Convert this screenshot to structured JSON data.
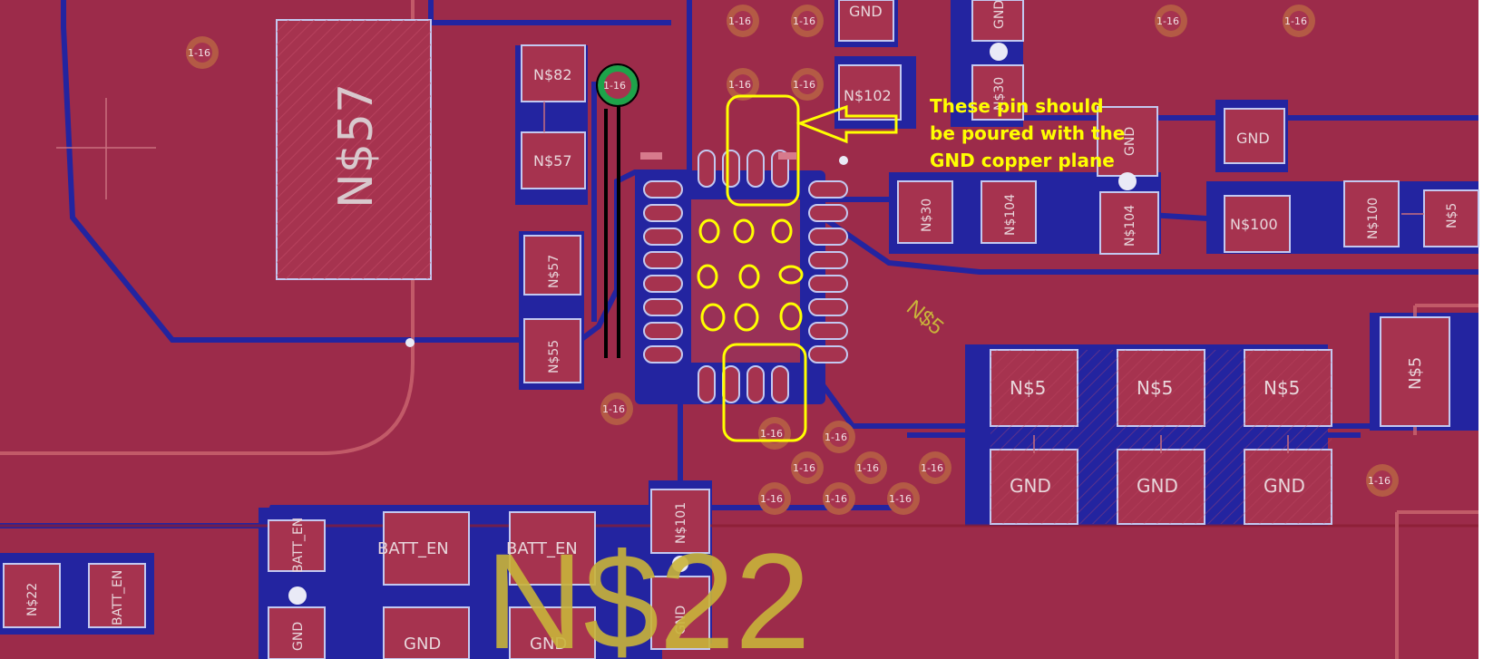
{
  "colors": {
    "background": "#ffffff",
    "copper_top": "#9c2b4a",
    "board_gap": "#2324a0",
    "pad_fill": "#a6334f",
    "pad_border": "#c3c8f0",
    "silkscreen": "#c9b43a",
    "annotation": "#ffff00",
    "via_ring": "#b45a45",
    "selected_via": "#1ea34a",
    "dimension_line": "#cf6b73"
  },
  "via_drill_label": "1-16",
  "annotation": {
    "line1": "These pin should",
    "line2": "be poured with the",
    "line3": "GND copper plane"
  },
  "silkscreen": {
    "big_net": "N$22",
    "rotated_net": "N$5"
  },
  "labels": {
    "n57_big": "N$57",
    "n82": "N$82",
    "n57": "N$57",
    "n57_v": "N$57",
    "n55_v": "N$55",
    "n102": "N$102",
    "n330_a": "N$30",
    "n330_b": "N$30",
    "n104_a": "N$104",
    "n104_b": "N$104",
    "n100": "N$100",
    "n100_v": "N$100",
    "n5_edge": "N$5",
    "n5_a": "N$5",
    "n5_b": "N$5",
    "n5_c": "N$5",
    "n5_v": "N$5",
    "gnd_top": "GND",
    "gnd_top_v": "GND",
    "gnd_mid_v": "GND",
    "gnd_right": "GND",
    "gnd_a": "GND",
    "gnd_b": "GND",
    "gnd_c": "GND",
    "gnd_bot_a": "GND",
    "gnd_bot_b": "GND",
    "gnd_bot_v1": "GND",
    "gnd_bot_v2": "GND",
    "batt_en_a": "BATT_EN",
    "batt_en_b": "BATT_EN",
    "batt_en_v1": "BATT_EN",
    "batt_en_v2": "BATT_EN",
    "n322_v": "N$22",
    "n3101_v": "N$101"
  }
}
